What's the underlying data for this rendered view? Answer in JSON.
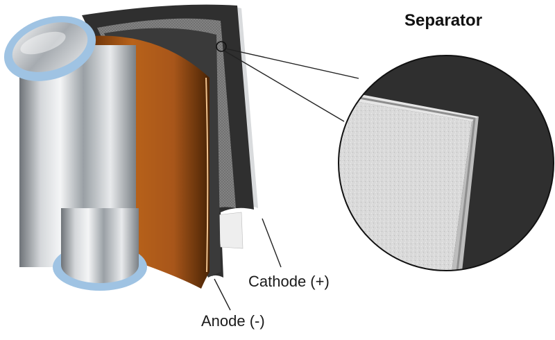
{
  "diagram": {
    "title": "Separator",
    "labels": {
      "cathode": "Cathode (+)",
      "anode": "Anode (-)"
    }
  },
  "colors": {
    "background": "#ffffff",
    "dark_layer": "#2f2f2f",
    "anode_foil": "#b8621a",
    "steel_body": "#c9cdd1",
    "end_ring": "#9fc3e3",
    "separator_surface": "#d8d8d8",
    "leader_line": "#222222"
  }
}
